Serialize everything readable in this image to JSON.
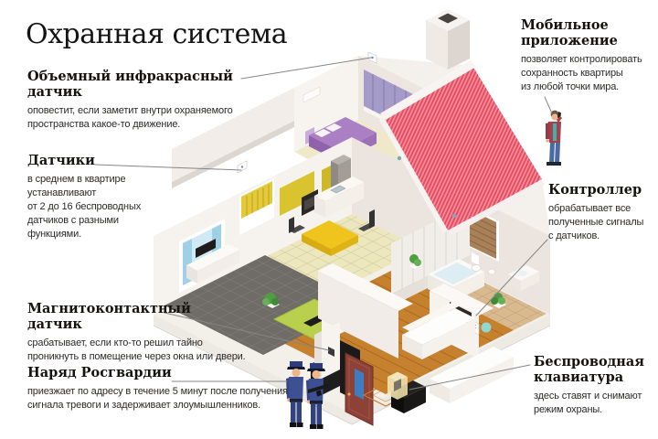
{
  "title": "Охранная система",
  "colors": {
    "roof_red": "#e84a5f",
    "roof_red_light": "#f0919d",
    "wall_white": "#f6f2ee",
    "wood_floor": "#c5812d",
    "leader_line": "#868686",
    "officer_blue": "#3e5094",
    "door_brown": "#8e4237"
  },
  "callouts": [
    {
      "id": "pir-sensor",
      "heading": "Объемный инфракрасный датчик",
      "body": "оповестит, если заметит внутри охраняемого\nпространства какое-то движение."
    },
    {
      "id": "sensors",
      "heading": "Датчики",
      "body": "в среднем в квартире\nустанавливают\nот 2 до 16 беспроводных\nдатчиков с разными\nфункциями."
    },
    {
      "id": "magnetic-contact-sensor",
      "heading": "Магнитоконтактный\nдатчик",
      "body": "срабатывает, если кто-то решил тайно\nпроникнуть в помещение через окна или двери."
    },
    {
      "id": "rosgvardia-squad",
      "heading": "Наряд Росгвардии",
      "body": "приезжает по адресу в течение 5 минут после получения\nсигнала тревоги и задерживает злоумышленников."
    },
    {
      "id": "mobile-app",
      "heading": "Мобильное\nприложение",
      "body": "позволяет контролировать\nсохранность квартиры\nиз любой точки мира."
    },
    {
      "id": "controller",
      "heading": "Контроллер",
      "body": "обрабатывает все\nполученные сигналы\nс датчиков."
    },
    {
      "id": "wireless-keypad",
      "heading": "Беспроводная\nклавиатура",
      "body": "здесь ставят и снимают\nрежим охраны."
    }
  ]
}
